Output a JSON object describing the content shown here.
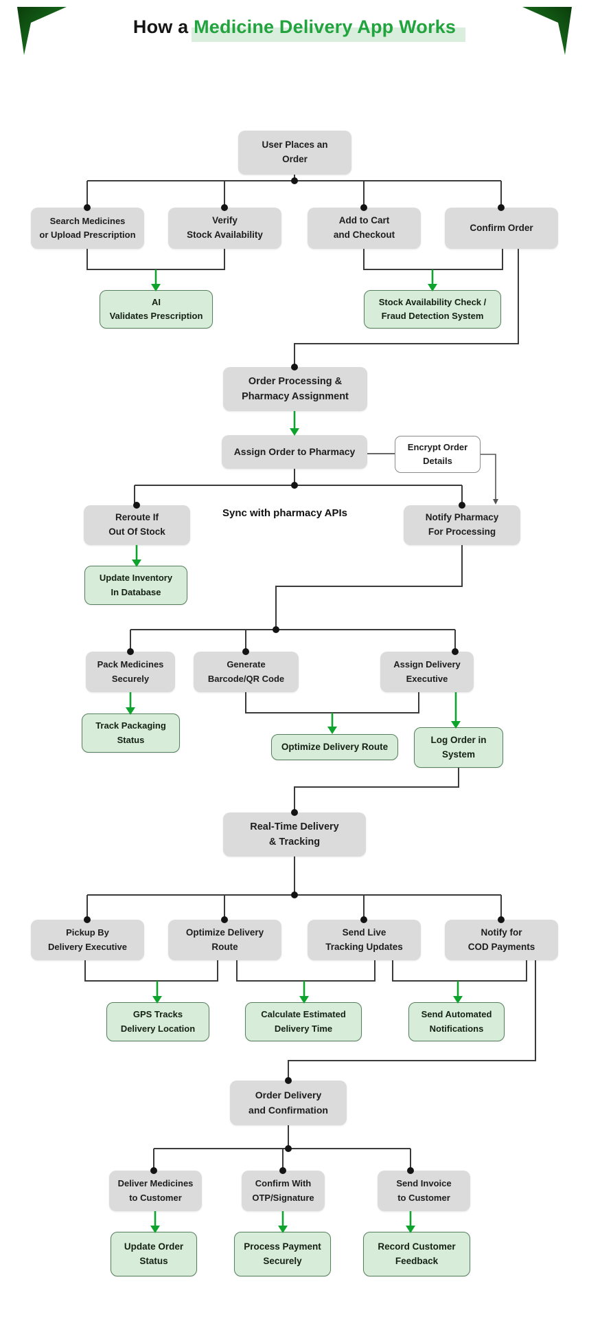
{
  "header": {
    "title_prefix": "How a ",
    "title_highlight": "Medicine Delivery App Works"
  },
  "colors": {
    "accent_green": "#21a33e",
    "highlight_band": "#d9eedd",
    "node_gray": "#dbdbdb",
    "node_green_fill": "#d7ecd9",
    "node_green_border": "#557f5c",
    "arrow_green": "#0ea32d",
    "line_dark": "#3a3a3a",
    "ornament_green_dark": "#0b3d0b",
    "ornament_green": "#1f8a27"
  },
  "flow": {
    "user_places_order": "User Places an\nOrder",
    "search_medicines": "Search Medicines\nor Upload Prescription",
    "verify_stock": "Verify\nStock Availability",
    "add_to_cart": "Add to Cart\nand Checkout",
    "confirm_order": "Confirm Order",
    "ai_validates": "AI\nValidates Prescription",
    "stock_fraud_check": "Stock Availability Check /\nFraud Detection System",
    "order_processing": "Order Processing &\nPharmacy Assignment",
    "assign_order": "Assign Order to Pharmacy",
    "encrypt_order": "Encrypt Order\nDetails",
    "sync_label": "Sync with pharmacy APIs",
    "reroute": "Reroute If\nOut Of Stock",
    "notify_pharmacy": "Notify Pharmacy\nFor Processing",
    "update_inventory": "Update Inventory\nIn Database",
    "pack_medicines": "Pack Medicines\nSecurely",
    "generate_barcode": "Generate\nBarcode/QR Code",
    "assign_executive": "Assign Delivery\nExecutive",
    "track_packaging": "Track Packaging\nStatus",
    "optimize_route_sub": "Optimize Delivery Route",
    "log_order": "Log Order in\nSystem",
    "realtime_tracking": "Real-Time Delivery\n& Tracking",
    "pickup_executive": "Pickup By\nDelivery Executive",
    "optimize_route": "Optimize Delivery\nRoute",
    "send_live_updates": "Send Live\nTracking Updates",
    "notify_cod": "Notify for\nCOD Payments",
    "gps_tracks": "GPS Tracks\nDelivery Location",
    "calculate_eta": "Calculate Estimated\nDelivery Time",
    "send_automated": "Send Automated\nNotifications",
    "order_delivery": "Order Delivery\nand Confirmation",
    "deliver_medicines": "Deliver Medicines\nto Customer",
    "confirm_otp": "Confirm With\nOTP/Signature",
    "send_invoice": "Send Invoice\nto Customer",
    "update_status": "Update Order\nStatus",
    "process_payment": "Process Payment\nSecurely",
    "record_feedback": "Record Customer\nFeedback"
  }
}
